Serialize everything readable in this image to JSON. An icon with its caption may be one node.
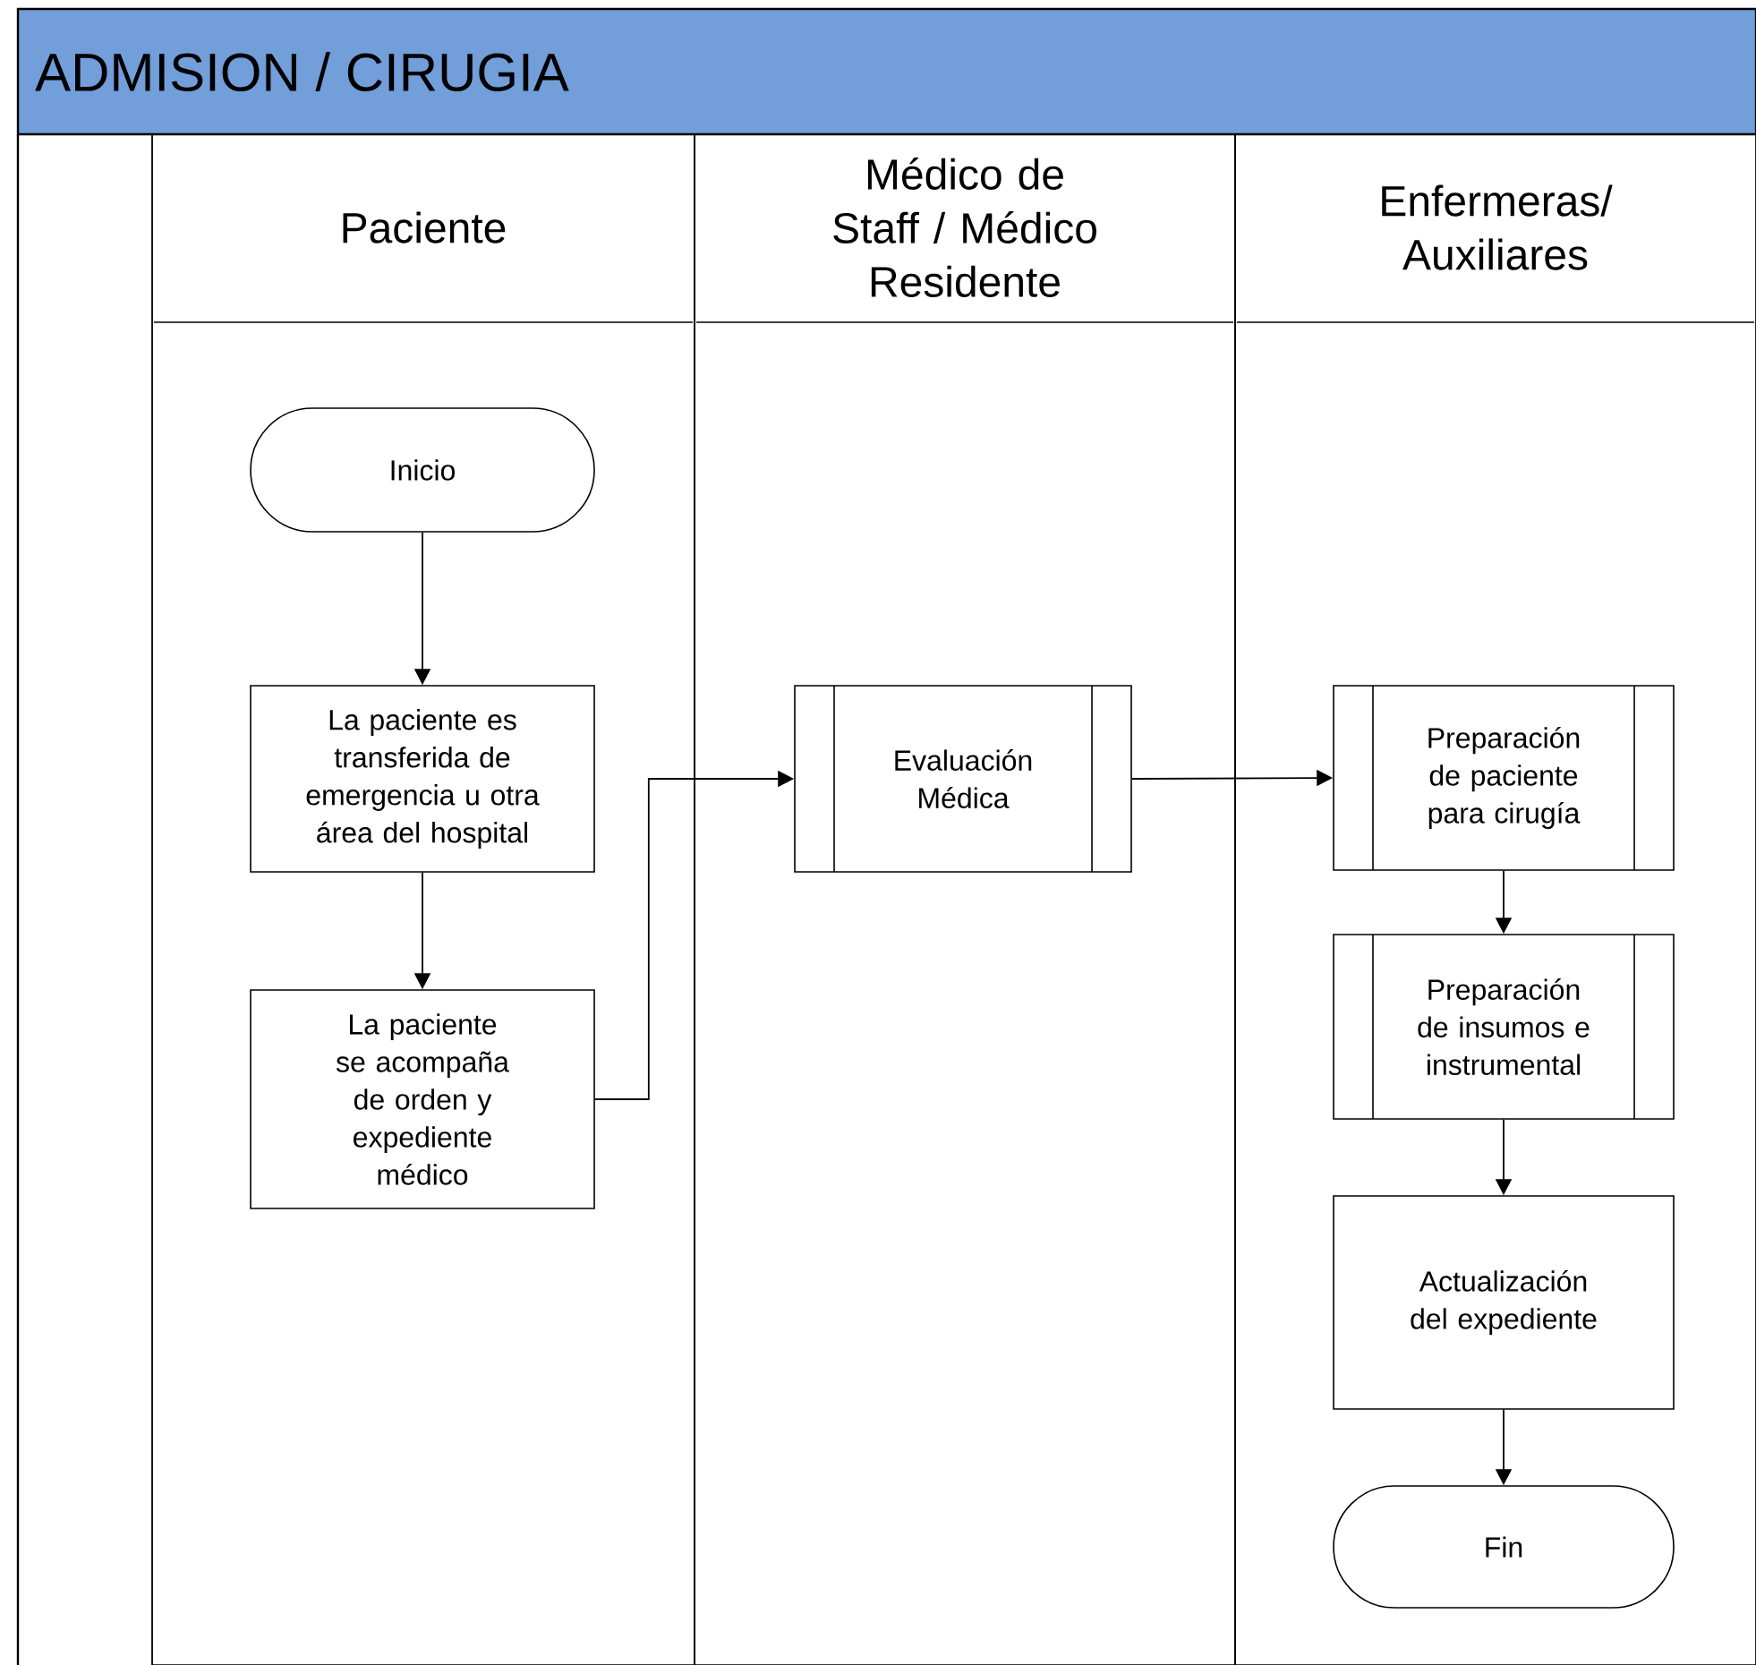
{
  "diagram": {
    "nodes": [
      {
        "text": [
          "ADMISION / CIRUGIA"
        ]
      },
      {
        "text": [
          "Paciente"
        ]
      },
      {
        "text": [
          "Médico de Staff / Médico Residente"
        ]
      },
      {
        "text": [
          "Enfermeras/ Auxiliares"
        ]
      },
      {
        "text": [
          "Inicio"
        ],
        "in": 1
      },
      {
        "text": [
          "La paciente es transferida de emergencia u otra área del hospital"
        ],
        "in": 1
      },
      {
        "text": [
          "La paciente se acompaña de orden y expediente médico"
        ],
        "in": 1
      },
      {
        "text": [
          "Evaluación Médica"
        ],
        "in": 2
      },
      {
        "text": [
          "Preparación de paciente para cirugía"
        ],
        "in": 3
      },
      {
        "text": [
          "Preparación de insumos e instrumental"
        ],
        "in": 3
      },
      {
        "text": [
          "Actualización del expediente"
        ],
        "in": 3
      },
      {
        "text": [
          "Fin"
        ],
        "in": 3
      }
    ],
    "edges": [
      {
        "from": 4,
        "to": 5,
        "arrow": "to"
      },
      {
        "from": 5,
        "to": 6,
        "arrow": "to"
      },
      {
        "from": 6,
        "to": 7,
        "arrow": "to"
      },
      {
        "from": 7,
        "to": 8,
        "arrow": "to"
      },
      {
        "from": 8,
        "to": 9,
        "arrow": "to"
      },
      {
        "from": 9,
        "to": 10,
        "arrow": "to"
      },
      {
        "from": 10,
        "to": 11,
        "arrow": "to"
      }
    ]
  }
}
